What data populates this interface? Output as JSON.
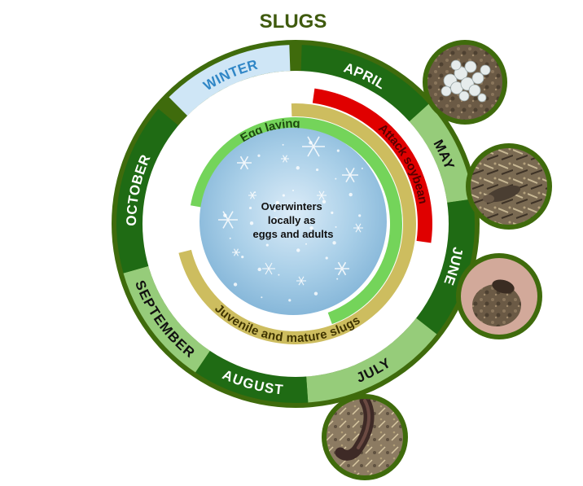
{
  "title": "SLUGS",
  "months": [
    {
      "label": "APRIL",
      "fill": "#1f6b14",
      "text": "#ffffff"
    },
    {
      "label": "MAY",
      "fill": "#96cc7a",
      "text": "#111111"
    },
    {
      "label": "JUNE",
      "fill": "#1f6b14",
      "text": "#ffffff"
    },
    {
      "label": "JULY",
      "fill": "#96cc7a",
      "text": "#111111"
    },
    {
      "label": "AUGUST",
      "fill": "#1f6b14",
      "text": "#ffffff"
    },
    {
      "label": "SEPTEMBER",
      "fill": "#96cc7a",
      "text": "#111111"
    },
    {
      "label": "OCTOBER",
      "fill": "#1f6b14",
      "text": "#ffffff"
    },
    {
      "label": "WINTER",
      "fill": "#cfe6f6",
      "text": "#2f86c6"
    }
  ],
  "stages": [
    {
      "label": "Attack soybean",
      "fill": "#e00000",
      "text": "#5a0000"
    },
    {
      "label": "Juvenile and mature slugs",
      "fill": "#cdbd5f",
      "text": "#3f3400"
    },
    {
      "label": "Egg laying",
      "fill": "#74d45a",
      "text": "#1e4a10"
    }
  ],
  "center_lines": [
    "Overwinters",
    "locally as",
    "eggs and adults"
  ],
  "colors": {
    "outer_ring": "#3f6b0c",
    "title": "#3f5a0e",
    "photo_border": "#3f6b0c",
    "center_sky": "#a9cfe8"
  },
  "photos": [
    {
      "name": "slug-eggs-photo"
    },
    {
      "name": "slug-in-residue-photo"
    },
    {
      "name": "slug-on-soil-clod-photo"
    },
    {
      "name": "slug-on-ground-photo"
    }
  ]
}
